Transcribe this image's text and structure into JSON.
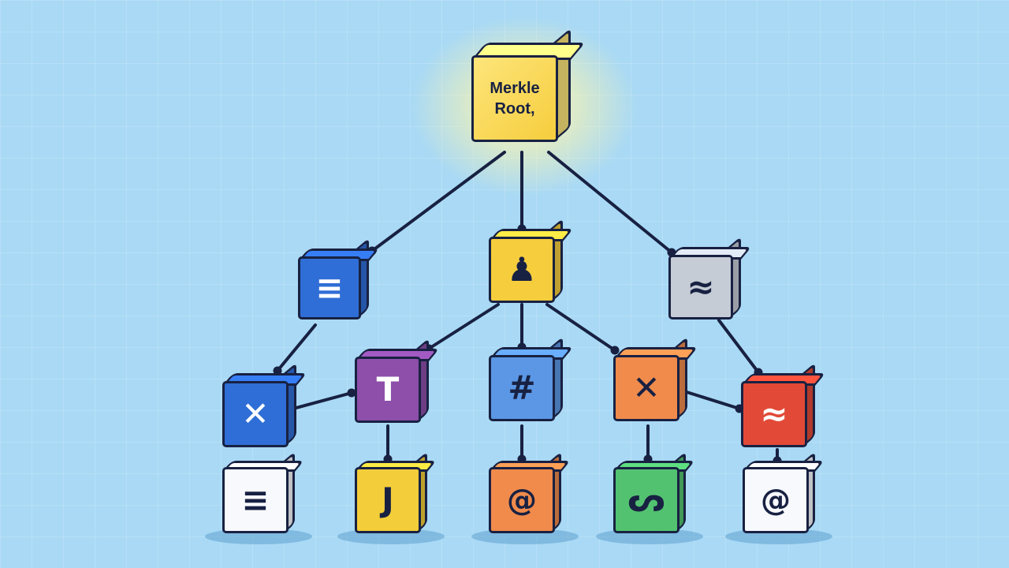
{
  "colors": {
    "background": "#a9d9f5",
    "line": "#182142",
    "gold": "#f6cd3d",
    "gold_light": "#fde57a",
    "blue": "#2f6ed6",
    "light_blue": "#5b97e4",
    "purple": "#8d4fa9",
    "gray": "#c5ccd6",
    "orange": "#f08b4c",
    "red": "#e24a37",
    "green": "#52c270",
    "white": "#f7f9fc",
    "yellow": "#f3cd3a"
  },
  "root": {
    "label": "Merkle Root,",
    "icon": "none"
  },
  "nodes": [
    {
      "id": "blue-doc",
      "glyph": "≡",
      "icon": "document-lines-icon",
      "color": "blue",
      "light": true
    },
    {
      "id": "gold-pawn",
      "glyph": "♟",
      "icon": "pawn-icon",
      "color": "gold",
      "light": false
    },
    {
      "id": "gray-tilde",
      "glyph": "≈",
      "icon": "waves-icon",
      "color": "gray",
      "light": false
    },
    {
      "id": "blue-x",
      "glyph": "✕",
      "icon": "cross-icon",
      "color": "blue",
      "light": true
    },
    {
      "id": "purple-t",
      "glyph": "T",
      "icon": "letter-t-icon",
      "color": "purple",
      "light": true
    },
    {
      "id": "blue-hash",
      "glyph": "#",
      "icon": "hash-icon",
      "color": "light_blue",
      "light": false
    },
    {
      "id": "orange-x",
      "glyph": "✕",
      "icon": "cross-icon",
      "color": "orange",
      "light": false
    },
    {
      "id": "red-arc",
      "glyph": "≈",
      "icon": "arc-icon",
      "color": "red",
      "light": true
    },
    {
      "id": "white-lines",
      "glyph": "≡",
      "icon": "menu-lines-icon",
      "color": "white",
      "light": false
    },
    {
      "id": "yellow-j",
      "glyph": "J",
      "icon": "letter-j-icon",
      "color": "yellow",
      "light": false
    },
    {
      "id": "orange-at",
      "glyph": "@",
      "icon": "at-sign-icon",
      "color": "orange",
      "light": false
    },
    {
      "id": "green-n",
      "glyph": "ᔕ",
      "icon": "squiggle-icon",
      "color": "green",
      "light": false
    },
    {
      "id": "white-at",
      "glyph": "@",
      "icon": "at-sign-icon",
      "color": "white",
      "light": false
    }
  ]
}
